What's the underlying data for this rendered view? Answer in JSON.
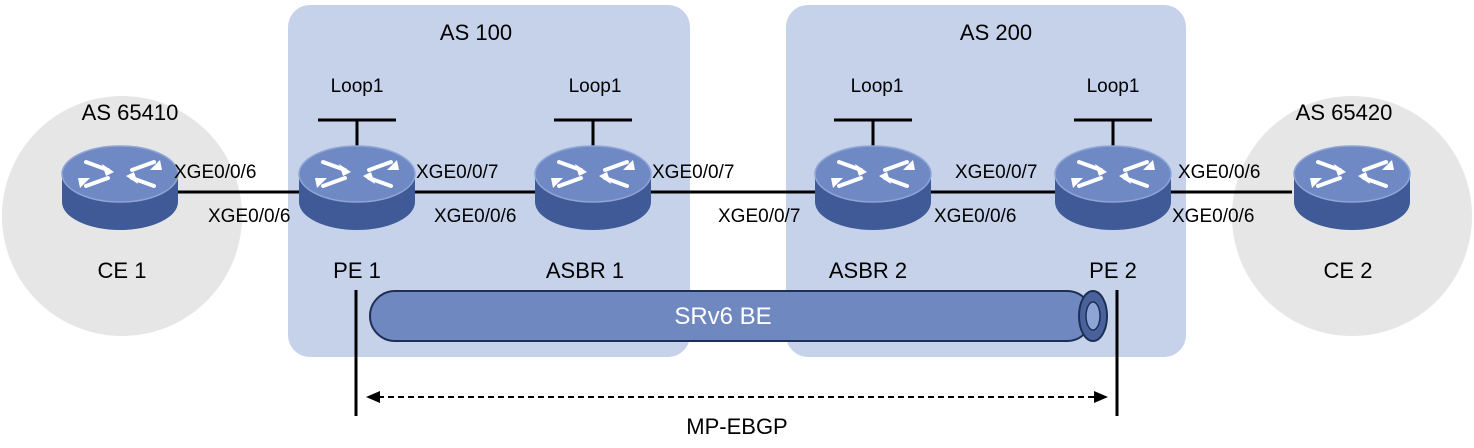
{
  "domains": {
    "as100": {
      "label": "AS 100"
    },
    "as200": {
      "label": "AS 200"
    },
    "as65410": {
      "label": "AS 65410"
    },
    "as65420": {
      "label": "AS 65420"
    }
  },
  "devices": {
    "ce1": {
      "name": "CE 1",
      "icon": "router-icon"
    },
    "pe1": {
      "name": "PE 1",
      "icon": "router-icon",
      "loopback": "Loop1"
    },
    "asbr1": {
      "name": "ASBR 1",
      "icon": "router-icon",
      "loopback": "Loop1"
    },
    "asbr2": {
      "name": "ASBR 2",
      "icon": "router-icon",
      "loopback": "Loop1"
    },
    "pe2": {
      "name": "PE 2",
      "icon": "router-icon",
      "loopback": "Loop1"
    },
    "ce2": {
      "name": "CE 2",
      "icon": "router-icon"
    }
  },
  "links": {
    "ce1_pe1": {
      "a_port": "XGE0/0/6",
      "b_port": "XGE0/0/6"
    },
    "pe1_asbr1": {
      "a_port": "XGE0/0/7",
      "b_port": "XGE0/0/6"
    },
    "asbr1_asbr2": {
      "a_port": "XGE0/0/7",
      "b_port": "XGE0/0/7"
    },
    "asbr2_pe2": {
      "a_port": "XGE0/0/6",
      "b_port": "XGE0/0/7"
    },
    "pe2_ce2": {
      "a_port": "XGE0/0/6",
      "b_port": "XGE0/0/6"
    }
  },
  "tunnel": {
    "label": "SRv6 BE"
  },
  "session": {
    "label": "MP-EBGP"
  },
  "colors": {
    "as_region": "#c5d2ea",
    "ce_region": "#e6e6e6",
    "tunnel_fill": "#7088c0",
    "router_top": "#6f89c5",
    "router_side": "#3f5a96"
  }
}
